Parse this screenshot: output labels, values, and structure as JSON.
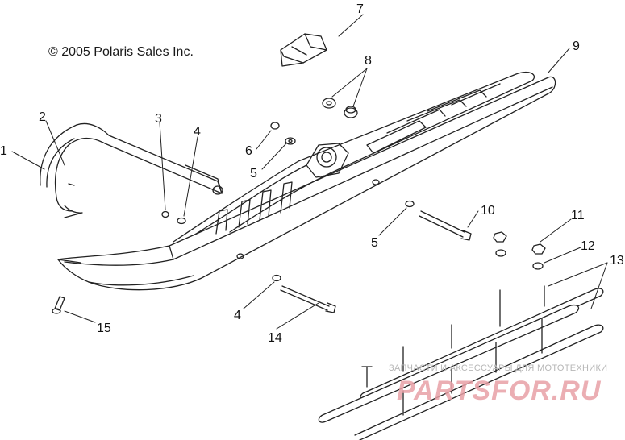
{
  "copyright": "© 2005 Polaris Sales Inc.",
  "callouts": {
    "c1": "1",
    "c2": "2",
    "c3": "3",
    "c4a": "4",
    "c4b": "4",
    "c5a": "5",
    "c5b": "5",
    "c6": "6",
    "c7": "7",
    "c8": "8",
    "c9": "9",
    "c10": "10",
    "c11": "11",
    "c12": "12",
    "c13": "13",
    "c14": "14",
    "c15": "15"
  },
  "watermark": {
    "tagline": "ЗАПЧАСТИ И АКСЕССУАРЫ ДЛЯ МОТОТЕХНИКИ",
    "brand": "PARTSFOR.RU"
  }
}
